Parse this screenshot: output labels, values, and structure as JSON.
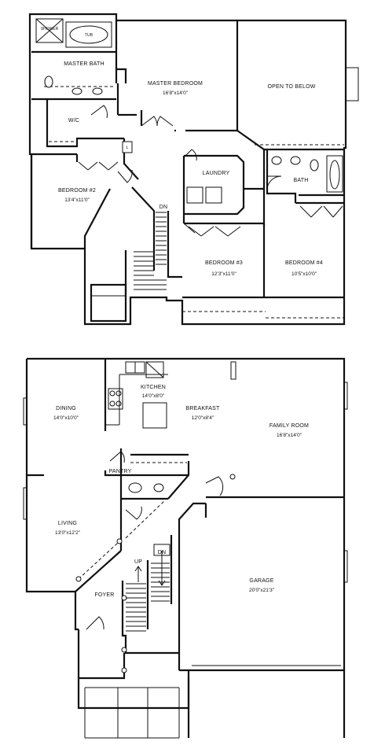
{
  "upper_floor": {
    "master_bath": {
      "name": "MASTER BATH"
    },
    "fixture_shower": "SHOWER",
    "fixture_tub": "TUB",
    "walk_in_closet": {
      "name": "W/C"
    },
    "master_bedroom": {
      "name": "MASTER BEDROOM",
      "size": "16'8\"x14'0\""
    },
    "open_to_below": {
      "name": "OPEN TO BELOW"
    },
    "laundry": {
      "name": "LAUNDRY"
    },
    "bath": {
      "name": "BATH"
    },
    "bedroom_2": {
      "name": "BEDROOM #2",
      "size": "13'4\"x11'0\""
    },
    "bedroom_3": {
      "name": "BEDROOM #3",
      "size": "12'3\"x11'0\""
    },
    "bedroom_4": {
      "name": "BEDROOM #4",
      "size": "10'5\"x10'0\""
    },
    "stair_label": "DN",
    "linen_label": "L"
  },
  "lower_floor": {
    "kitchen": {
      "name": "KITCHEN",
      "size": "14'0\"x8'0\""
    },
    "breakfast": {
      "name": "BREAKFAST",
      "size": "12'0\"x8'4\""
    },
    "dining": {
      "name": "DINING",
      "size": "14'0\"x10'0\""
    },
    "family_room": {
      "name": "FAMILY ROOM",
      "size": "16'8\"x14'0\""
    },
    "pantry": {
      "name": "PANTRY"
    },
    "living": {
      "name": "LIVING",
      "size": "13'0\"x12'2\""
    },
    "garage": {
      "name": "GARAGE",
      "size": "20'0\"x21'3\""
    },
    "foyer": {
      "name": "FOYER"
    },
    "stair_up_label": "UP",
    "stair_down_label": "DN"
  }
}
